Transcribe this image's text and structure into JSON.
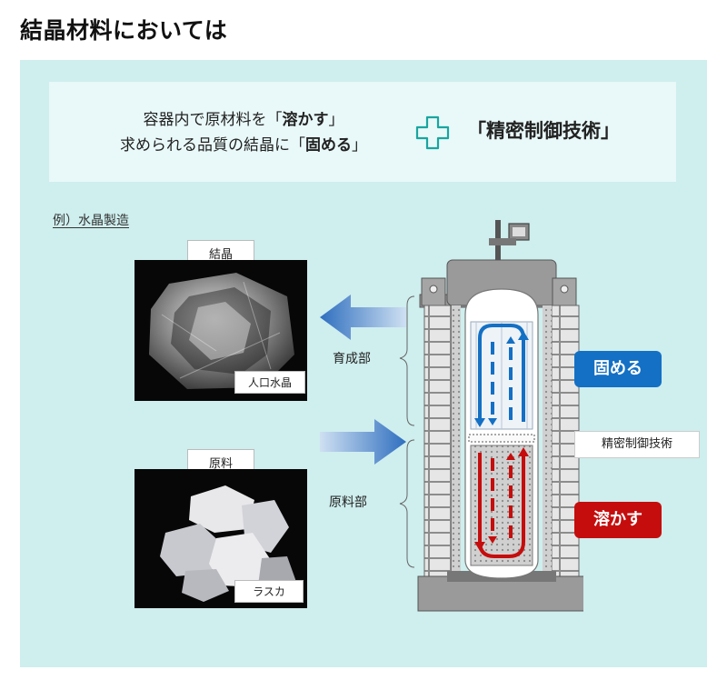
{
  "page_title": "結晶材料においては",
  "summary": {
    "line1_pre": "容器内で原材料を「",
    "line1_bold": "溶かす",
    "line1_post": "」",
    "line2_pre": "求められる品質の結晶に「",
    "line2_bold": "固める",
    "line2_post": "」",
    "right_text": "「精密制御技術」",
    "plus_color": "#1aa5a0"
  },
  "example_label": "例）水晶製造",
  "photos": {
    "crystal_tag": "結晶",
    "crystal_caption": "人口水晶",
    "material_tag": "原料",
    "material_caption": "ラスカ"
  },
  "vessel": {
    "growth_label": "育成部",
    "raw_label": "原料部",
    "solidify_label": "固める",
    "melt_label": "溶かす",
    "tech_label": "精密制御技術",
    "colors": {
      "up_flow": "#1470c4",
      "down_flow": "#c50d0d",
      "arrow_in": "#2f6fbf"
    }
  }
}
